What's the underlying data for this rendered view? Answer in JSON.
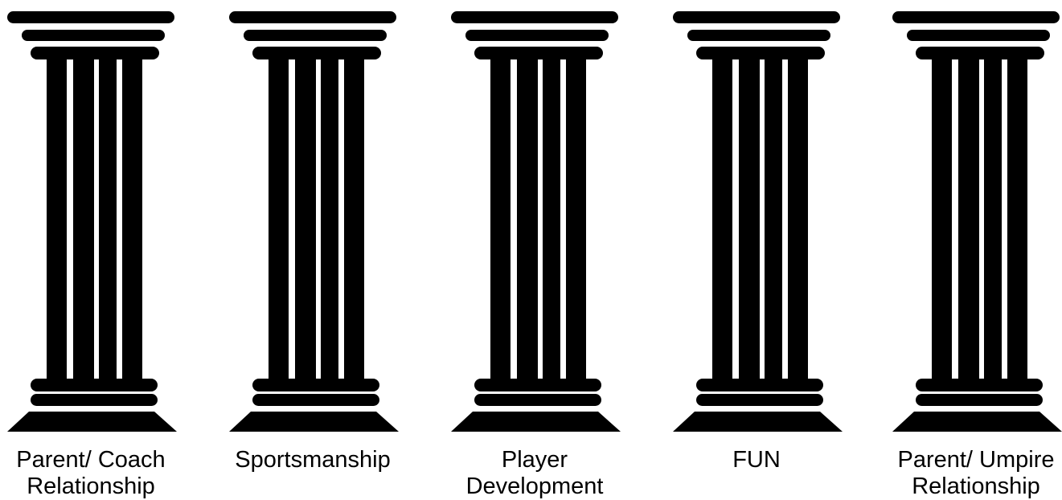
{
  "pillars": [
    {
      "label": "Parent/ Coach Relationship"
    },
    {
      "label": "Sportsmanship"
    },
    {
      "label": "Player Development"
    },
    {
      "label": "FUN"
    },
    {
      "label": "Parent/ Umpire Relationship"
    }
  ],
  "colors": {
    "pillar": "#000000",
    "background": "#ffffff",
    "text": "#000000"
  }
}
